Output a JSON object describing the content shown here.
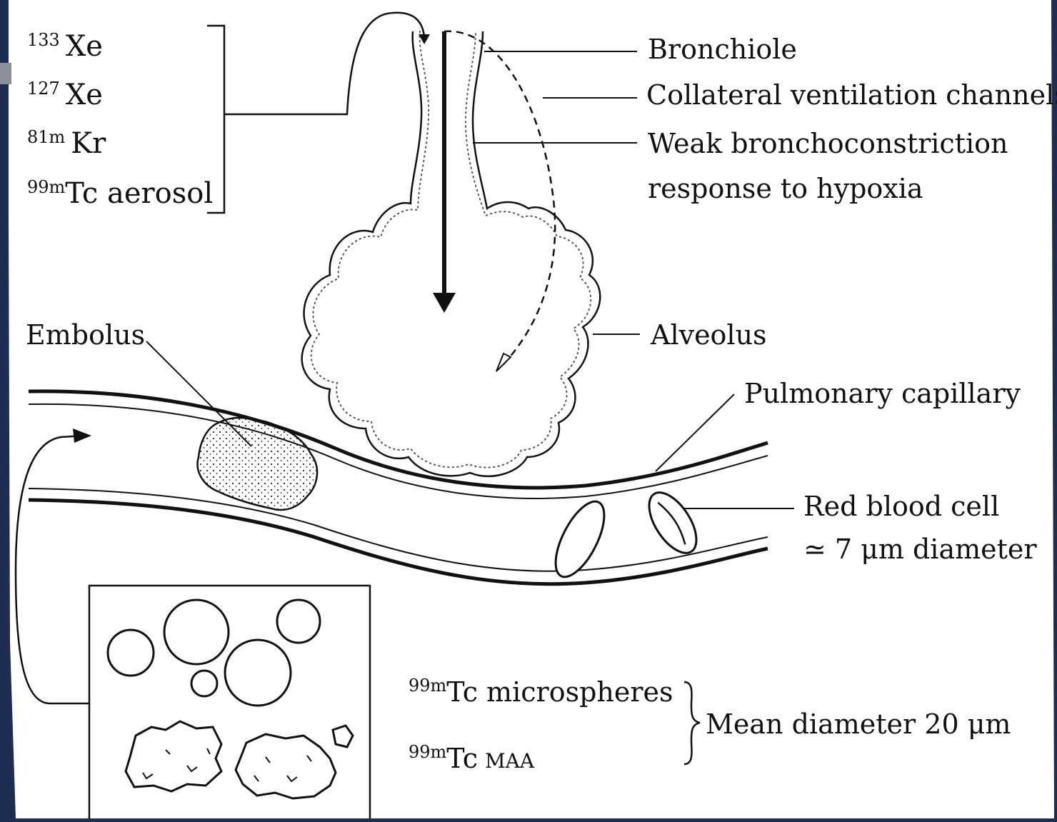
{
  "isotopes_ventilation": [
    {
      "mass": "133",
      "element": "Xe"
    },
    {
      "mass": "127",
      "element": "Xe"
    },
    {
      "mass": "81m",
      "element": "Kr"
    },
    {
      "mass": "99m",
      "element": "Tc aerosol"
    }
  ],
  "labels": {
    "bronchiole": "Bronchiole",
    "collateral": "Collateral ventilation channels",
    "weak_line1": "Weak bronchoconstriction",
    "weak_line2": "response to hypoxia",
    "alveolus": "Alveolus",
    "embolus": "Embolus",
    "capillary": "Pulmonary capillary",
    "rbc_line1": "Red blood cell",
    "rbc_line2": "≃ 7 μm diameter"
  },
  "perfusion_agents": {
    "microspheres": {
      "mass": "99m",
      "text": "Tc microspheres"
    },
    "maa": {
      "mass": "99m",
      "element": "Tc",
      "suffix": "MAA"
    },
    "mean_diameter": "Mean diameter 20 μm"
  },
  "colors": {
    "background_frame": "#1d2e52",
    "paper": "#ffffff",
    "ink": "#111111"
  }
}
